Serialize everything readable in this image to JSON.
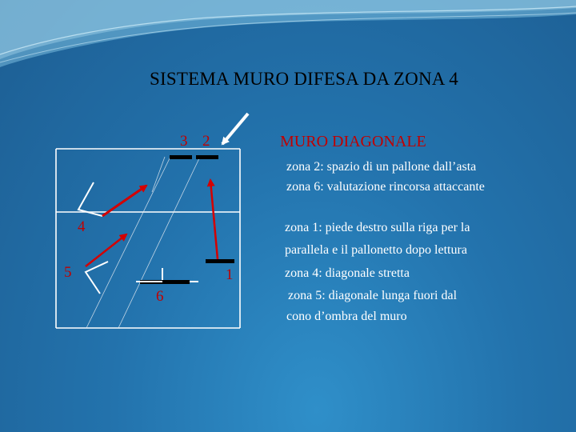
{
  "title": "SISTEMA MURO DIFESA DA ZONA 4",
  "diagram_title": "MURO DIAGONALE",
  "zones": {
    "z1": "1",
    "z2": "2",
    "z3": "3",
    "z4": "4",
    "z5": "5",
    "z6": "6"
  },
  "notes": [
    "zona 2: spazio di un pallone dall’asta",
    "zona 6: valutazione  rincorsa attaccante",
    "zona 1: piede destro  sulla riga per la",
    "parallela e il pallonetto dopo lettura",
    "zona 4: diagonale stretta",
    "zona 5: diagonale lunga fuori dal",
    "cono d’ombra del muro"
  ],
  "colors": {
    "background": "#2373ad",
    "arrow_red": "#d40000",
    "text_white": "#ffffff",
    "label_red": "#c00000"
  }
}
